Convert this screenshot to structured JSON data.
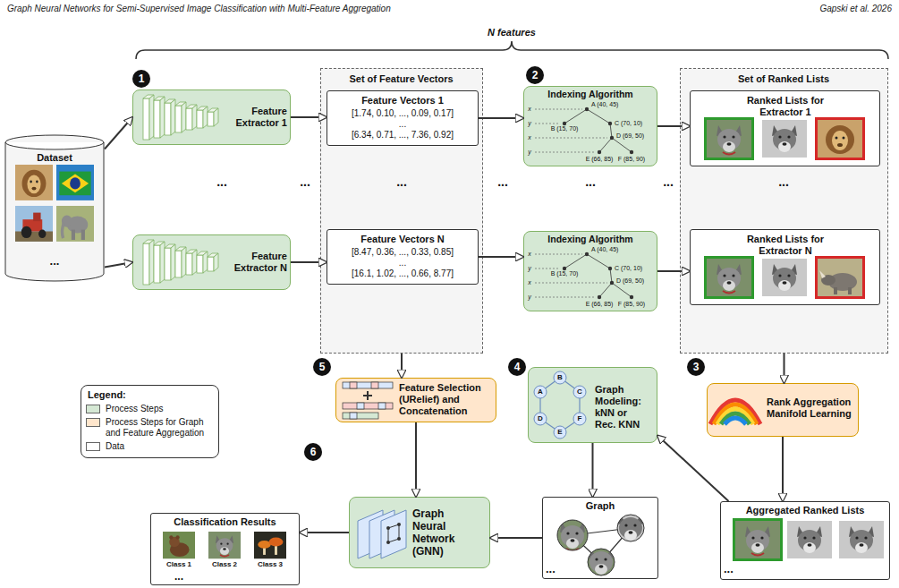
{
  "diagram": {
    "nodes": [
      {
        "text": [
          "Dataset",
          "..."
        ]
      },
      {
        "text": [
          "Feature Extractor 1"
        ]
      },
      {
        "text": [
          "Feature Extractor N"
        ]
      },
      {
        "text": [
          "Set of Feature Vectors"
        ]
      },
      {
        "text": [
          "Feature Vectors 1",
          "[1.74, 0.10, ..., 0.09, 0.17]",
          "...",
          "[6.34, 0.71, ..., 7.36, 0.92]"
        ],
        "in": 3
      },
      {
        "text": [
          "Feature Vectors N",
          "[8.47, 0.36, ..., 0.33, 0.85]",
          "...",
          "[16.1, 1.02, ..., 0.66, 8.77]"
        ],
        "in": 3
      },
      {
        "text": [
          "Indexing Algorithm",
          "x",
          "y",
          "x",
          "y",
          "A (40, 45)",
          "B (15, 70)",
          "C (70, 10)",
          "D (69, 50)",
          "E (66, 85)",
          "F (85, 90)"
        ]
      },
      {
        "text": [
          "Indexing Algorithm",
          "x",
          "y",
          "x",
          "y",
          "A (40, 45)",
          "B (15, 70)",
          "C (70, 10)",
          "D (69, 50)",
          "E (66, 85)",
          "F (85, 90)"
        ]
      },
      {
        "text": [
          "Set of Ranked Lists"
        ]
      },
      {
        "text": [
          "Ranked Lists for Extractor 1"
        ],
        "in": 8
      },
      {
        "text": [
          "Ranked Lists for Extractor N"
        ],
        "in": 8
      },
      {
        "text": [
          "Feature Selection (URelief) and Concatenation"
        ]
      },
      {
        "text": [
          "Graph Modeling: kNN or Rec. KNN",
          "A",
          "B",
          "C",
          "D",
          "E",
          "F"
        ]
      },
      {
        "text": [
          "Rank Aggregation Manifold Learning"
        ]
      },
      {
        "text": [
          "Classification Results",
          "Class 1",
          "Class 2",
          "Class 3",
          "..."
        ]
      },
      {
        "text": [
          "Graph Neural Network (GNN)"
        ]
      },
      {
        "text": [
          "Graph",
          "..."
        ]
      },
      {
        "text": [
          "Aggregated Ranked Lists",
          "..."
        ]
      }
    ],
    "edges": [
      {
        "from": 0,
        "to": 1,
        "arrow": "to"
      },
      {
        "from": 0,
        "to": 2,
        "arrow": "to"
      },
      {
        "from": 1,
        "to": 4,
        "arrow": "to"
      },
      {
        "from": 2,
        "to": 5,
        "arrow": "to"
      },
      {
        "from": 4,
        "to": 6,
        "arrow": "to"
      },
      {
        "from": 5,
        "to": 7,
        "arrow": "to"
      },
      {
        "from": 6,
        "to": 9,
        "arrow": "to"
      },
      {
        "from": 7,
        "to": 10,
        "arrow": "to"
      },
      {
        "from": 8,
        "to": 13,
        "arrow": "to"
      },
      {
        "from": 3,
        "to": 11,
        "arrow": "to"
      },
      {
        "from": 13,
        "to": 17,
        "arrow": "to"
      },
      {
        "from": 17,
        "to": 12,
        "arrow": "to"
      },
      {
        "from": 12,
        "to": 16,
        "arrow": "to"
      },
      {
        "from": 16,
        "to": 15,
        "arrow": "to"
      },
      {
        "from": 11,
        "to": 15,
        "arrow": "to"
      },
      {
        "from": 15,
        "to": 14,
        "arrow": "to"
      }
    ],
    "labels": [
      "Graph Neural Networks for Semi-Supervised Image Classification with Multi-Feature Aggregation",
      "Gapski et al. 2026",
      "N features",
      "1",
      "2",
      "3",
      "4",
      "5",
      "6",
      "...",
      "...",
      "...",
      "...",
      "...",
      "...",
      "...",
      "Legend:"
    ],
    "legend": [
      {
        "text": "Process Steps",
        "color": "#d5e8d4"
      },
      {
        "text": "Process Steps for Graph and Feature Aggregation",
        "color": "#ffe6cc"
      },
      {
        "text": "Data",
        "color": "#ffffff"
      }
    ]
  }
}
